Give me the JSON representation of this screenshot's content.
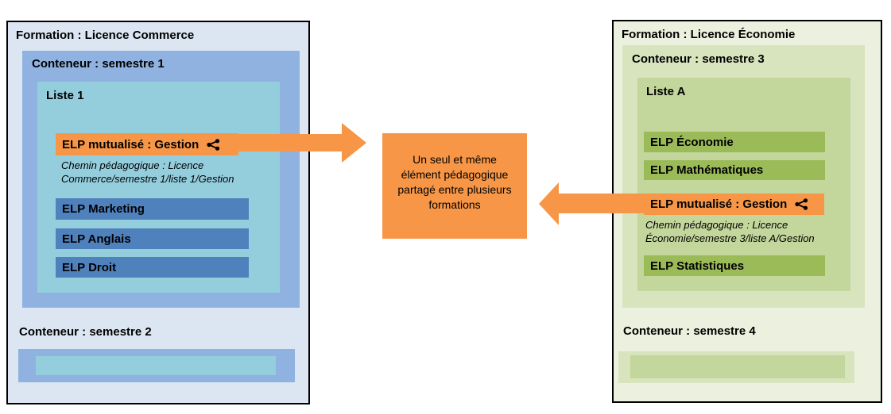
{
  "left_formation": {
    "title": "Formation : Licence Commerce",
    "conteneur1": {
      "title": "Conteneur : semestre 1",
      "liste1": {
        "title": "Liste 1",
        "elp_mutualise_label": "ELP mutualisé : Gestion",
        "chemin_line1": "Chemin pédagogique : Licence",
        "chemin_line2": "Commerce/semestre 1/liste 1/Gestion",
        "elp_items": [
          "ELP Marketing",
          "ELP Anglais",
          "ELP Droit"
        ]
      }
    },
    "conteneur2": {
      "title": "Conteneur : semestre 2"
    }
  },
  "right_formation": {
    "title": "Formation : Licence Économie",
    "conteneur3": {
      "title": "Conteneur : semestre 3",
      "listeA": {
        "title": "Liste A",
        "elp_items_before": [
          "ELP Économie",
          "ELP Mathématiques"
        ],
        "elp_mutualise_label": "ELP mutualisé : Gestion",
        "chemin_line1": "Chemin pédagogique : Licence",
        "chemin_line2": "Économie/semestre 3/liste A/Gestion",
        "elp_items_after": [
          "ELP Statistiques"
        ]
      }
    },
    "conteneur4": {
      "title": "Conteneur : semestre 4"
    }
  },
  "center_note": {
    "lines": [
      "Un seul et même",
      "élément pédagogique",
      "partagé entre plusieurs",
      "formations"
    ]
  },
  "icons": {
    "share": "share-icon"
  },
  "colors": {
    "orange": "#f79646",
    "blue_formation_bg": "#dce6f2",
    "blue_conteneur": "#8fb2e0",
    "blue_liste": "#94cedd",
    "blue_elp": "#4f81bd",
    "green_formation_bg": "#ebf1de",
    "green_conteneur": "#d7e4bd",
    "green_liste": "#c3d69b",
    "green_elp": "#9bbb59",
    "border": "#000000"
  }
}
